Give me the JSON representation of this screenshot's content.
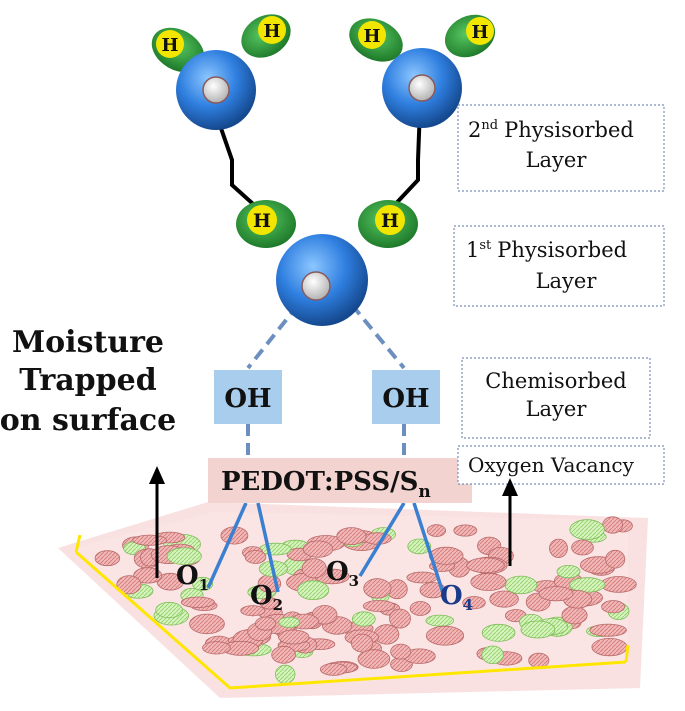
{
  "labels": {
    "moisture_line1": "Moisture",
    "moisture_line2": "Trapped",
    "moisture_line3": "on surface",
    "layer2_sup_num": "2",
    "layer2_sup": "nd",
    "layer2_line1": "Physisorbed",
    "layer2_line2": "Layer",
    "layer1_sup_num": "1",
    "layer1_sup": "st",
    "layer1_line1": "Physisorbed",
    "layer1_line2": "Layer",
    "chem_line1": "Chemisorbed",
    "chem_line2": "Layer",
    "vacancy": "Oxygen Vacancy",
    "oh_left": "OH",
    "oh_right": "OH",
    "pedot_main": "PEDOT:PSS/S",
    "pedot_sub": "n"
  },
  "hydrogen_label": "H",
  "oxygen_sites": [
    {
      "letter": "O",
      "sub": "1"
    },
    {
      "letter": "O",
      "sub": "2"
    },
    {
      "letter": "O",
      "sub": "3"
    },
    {
      "letter": "O",
      "sub": "4"
    }
  ],
  "colors": {
    "water_oxygen": "#2f7fe0",
    "hydrogen_core": "#f2e600",
    "hydrogen_shell": "#2e9a3a",
    "oh_box": "#a9cdec",
    "pedot_box": "#f2d3d0",
    "bond_dashed": "#6d8fbf",
    "bond_blue": "#3b7fd0",
    "surface_edge": "#ffe600",
    "grain_red": "#e89898",
    "grain_green": "#bfe8a0"
  }
}
